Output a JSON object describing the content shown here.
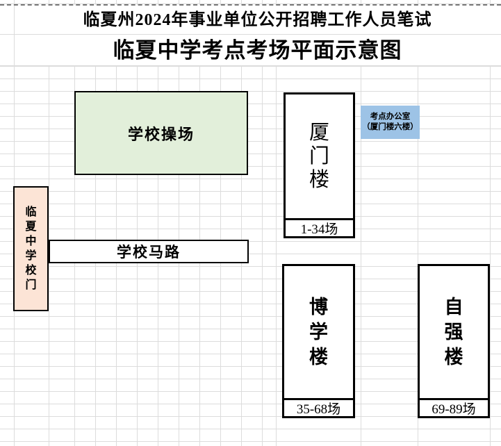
{
  "header": {
    "title_line1": "临夏州2024年事业单位公开招聘工作人员笔试",
    "title_line2": "临夏中学考点考场平面示意图"
  },
  "map": {
    "playground": {
      "label": "学校操场",
      "fill": "#e2efda"
    },
    "xiamen_building": {
      "name_vertical": "厦\n门\n楼",
      "rooms_label": "1-34场",
      "fill": "#ffffff"
    },
    "office_callout": {
      "text": "考点办公室\n（厦门楼六楼）",
      "fill": "#9dc3e6"
    },
    "school_gate": {
      "name_vertical": "临\n夏\n中\n学\n校\n门",
      "fill": "#fce4d6"
    },
    "school_road": {
      "label": "学校马路",
      "fill": "#ffffff"
    },
    "boxue_building": {
      "name_vertical": "博\n学\n楼",
      "rooms_label": "35-68场",
      "fill": "#ffffff"
    },
    "ziqiang_building": {
      "name_vertical": "自\n强\n楼",
      "rooms_label": "69-89场",
      "fill": "#ffffff"
    }
  },
  "colors": {
    "shape_border": "#000000",
    "gridline": "#dcdcdc",
    "page_break_dash": "#757575",
    "playground_fill": "#e2efda",
    "gate_fill": "#fce4d6",
    "office_fill": "#9dc3e6"
  }
}
